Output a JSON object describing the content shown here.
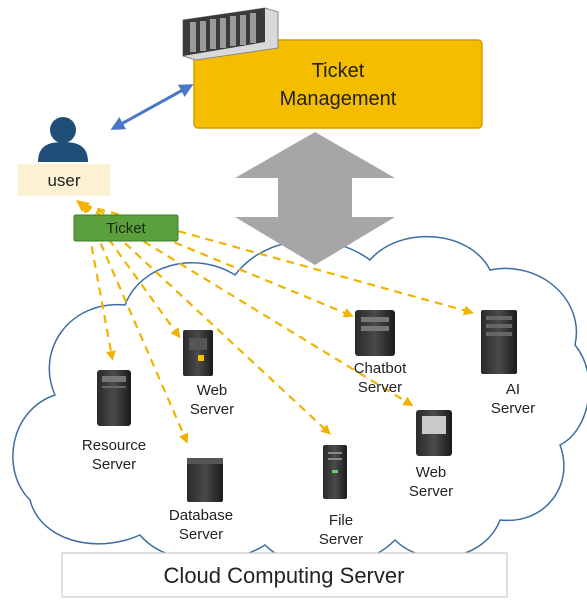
{
  "ticket_management": {
    "line1": "Ticket",
    "line2": "Management"
  },
  "user": {
    "label": "user"
  },
  "ticket_tag": {
    "label": "Ticket"
  },
  "servers": {
    "resource": {
      "line1": "Resource",
      "line2": "Server"
    },
    "web1": {
      "line1": "Web",
      "line2": "Server"
    },
    "database": {
      "line1": "Database",
      "line2": "Server"
    },
    "file": {
      "line1": "File",
      "line2": "Server"
    },
    "chatbot": {
      "line1": "Chatbot",
      "line2": "Server"
    },
    "web2": {
      "line1": "Web",
      "line2": "Server"
    },
    "ai": {
      "line1": "AI",
      "line2": "Server"
    }
  },
  "footer": {
    "label": "Cloud Computing Server"
  },
  "colors": {
    "ticket_box": "#f5bd00",
    "user_icon": "#1f4e79",
    "ticket_tag": "#5aa03c",
    "dashed_arrow": "#f0b400",
    "link_arrow": "#4a78c8",
    "big_arrow": "#a6a6a6",
    "cloud_stroke": "#3a6ea5"
  }
}
